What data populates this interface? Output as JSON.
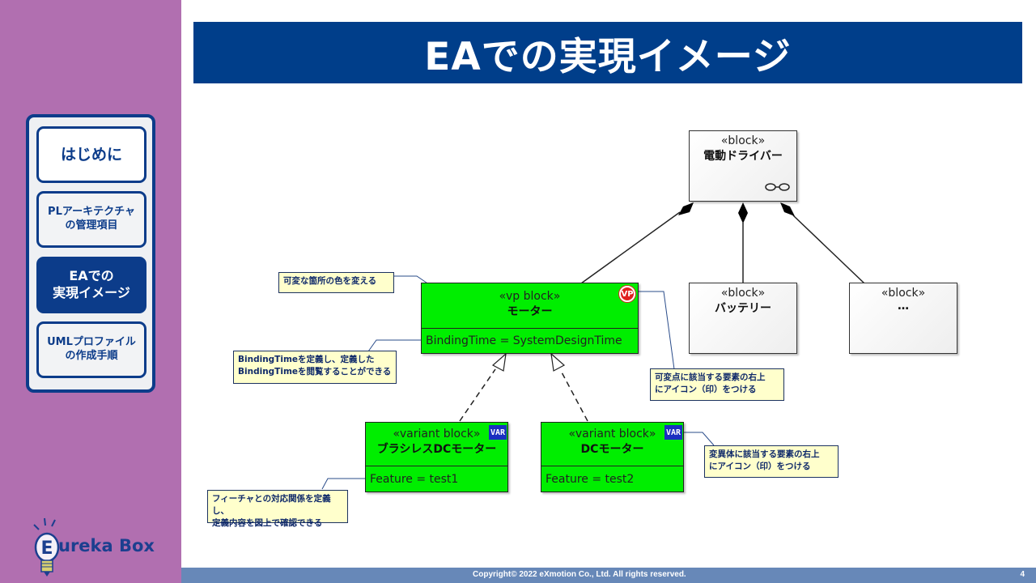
{
  "sidebar": {
    "nav_items": [
      {
        "label": "はじめに",
        "state": "normal"
      },
      {
        "label": "PLアーキテクチャ\nの管理項目",
        "state": "normal"
      },
      {
        "label": "EAでの\n実現イメージ",
        "state": "active"
      },
      {
        "label": "UMLプロファイル\nの作成手順",
        "state": "normal"
      }
    ],
    "logo": {
      "letter": "E",
      "text": "ureka Box",
      "icon": "lightbulb-icon"
    }
  },
  "header": {
    "title": "EAでの実現イメージ"
  },
  "diagram": {
    "blocks": {
      "driver": {
        "stereotype": "«block»",
        "name": "電動ドライバー",
        "icon": "composite-link-icon"
      },
      "motor": {
        "stereotype": "«vp block»",
        "name": "モーター",
        "attribute": "BindingTime = SystemDesignTime",
        "badge": "VP"
      },
      "battery": {
        "stereotype": "«block»",
        "name": "バッテリー"
      },
      "other": {
        "stereotype": "«block»",
        "name": "…"
      },
      "brushless": {
        "stereotype": "«variant block»",
        "name": "ブラシレスDCモーター",
        "attribute": "Feature = test1",
        "badge": "VAR"
      },
      "dc": {
        "stereotype": "«variant block»",
        "name": "DCモーター",
        "attribute": "Feature = test2",
        "badge": "VAR"
      }
    },
    "notes": {
      "color_note": "可変な箇所の色を変える",
      "binding_note": "BindingTimeを定義し、定義した\nBindingTimeを閲覧することができる",
      "vp_icon_note": "可変点に該当する要素の右上\nにアイコン（印）をつける",
      "var_icon_note": "変異体に該当する要素の右上\nにアイコン（印）をつける",
      "feature_note": "フィーチャとの対応関係を定義し、\n定義内容を図上で確認できる"
    },
    "colors": {
      "variability": "#00ee00",
      "vp_badge": "#e02020",
      "var_badge": "#1a2fc0",
      "note_bg": "#ffffcc"
    }
  },
  "footer": {
    "copyright": "Copyright© 2022 eXmotion Co., Ltd. All rights reserved.",
    "page_number": "4"
  }
}
